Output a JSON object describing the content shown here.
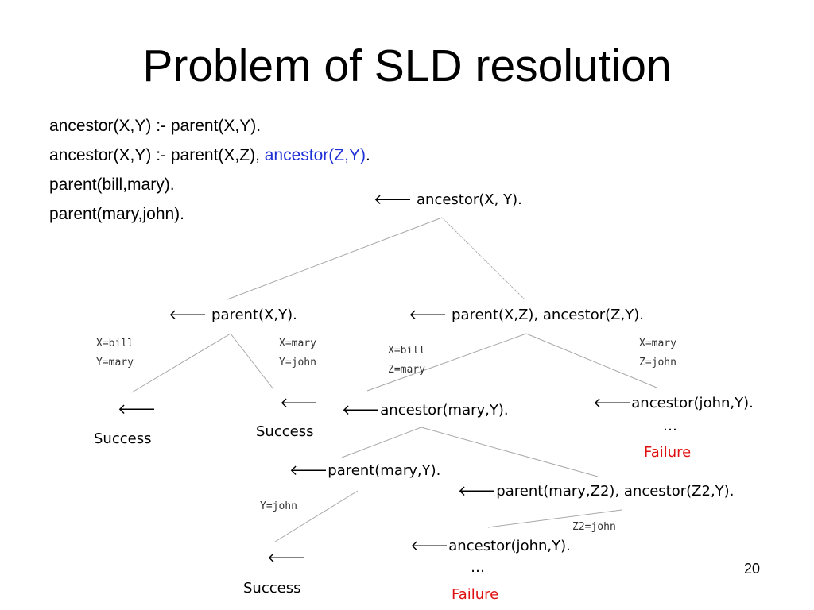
{
  "title": "Problem of SLD resolution",
  "program": {
    "rule1": "ancestor(X,Y) :- parent(X,Y).",
    "rule2_prefix": "ancestor(X,Y) :- parent(X,Z), ",
    "rule2_highlight": "ancestor(Z,Y)",
    "rule2_suffix": ".",
    "fact1": "parent(bill,mary).",
    "fact2": "parent(mary,john)."
  },
  "arrow_glyph": "🡐",
  "tree": {
    "root": "ancestor(X, Y).",
    "n1": "parent(X,Y).",
    "n2": "parent(X,Z), ancestor(Z,Y).",
    "n1_left_sub": "X=bill\nY=mary",
    "n1_right_sub": "X=mary\nY=john",
    "n2_left_sub": "X=bill\nZ=mary",
    "n2_right_sub": "X=mary\nZ=john",
    "success_label": "Success",
    "failure_label": "Failure",
    "ellipsis": "…",
    "n3": "ancestor(mary,Y).",
    "n4": "ancestor(john,Y).",
    "n5": "parent(mary,Y).",
    "n6": "parent(mary,Z2), ancestor(Z2,Y).",
    "n5_sub": "Y=john",
    "n6_sub": "Z2=john",
    "n7": "ancestor(john,Y)."
  },
  "colors": {
    "highlight": "#1f2fd6",
    "failure": "#e01010",
    "edge": "#a8a8a8"
  },
  "page_number": "20"
}
